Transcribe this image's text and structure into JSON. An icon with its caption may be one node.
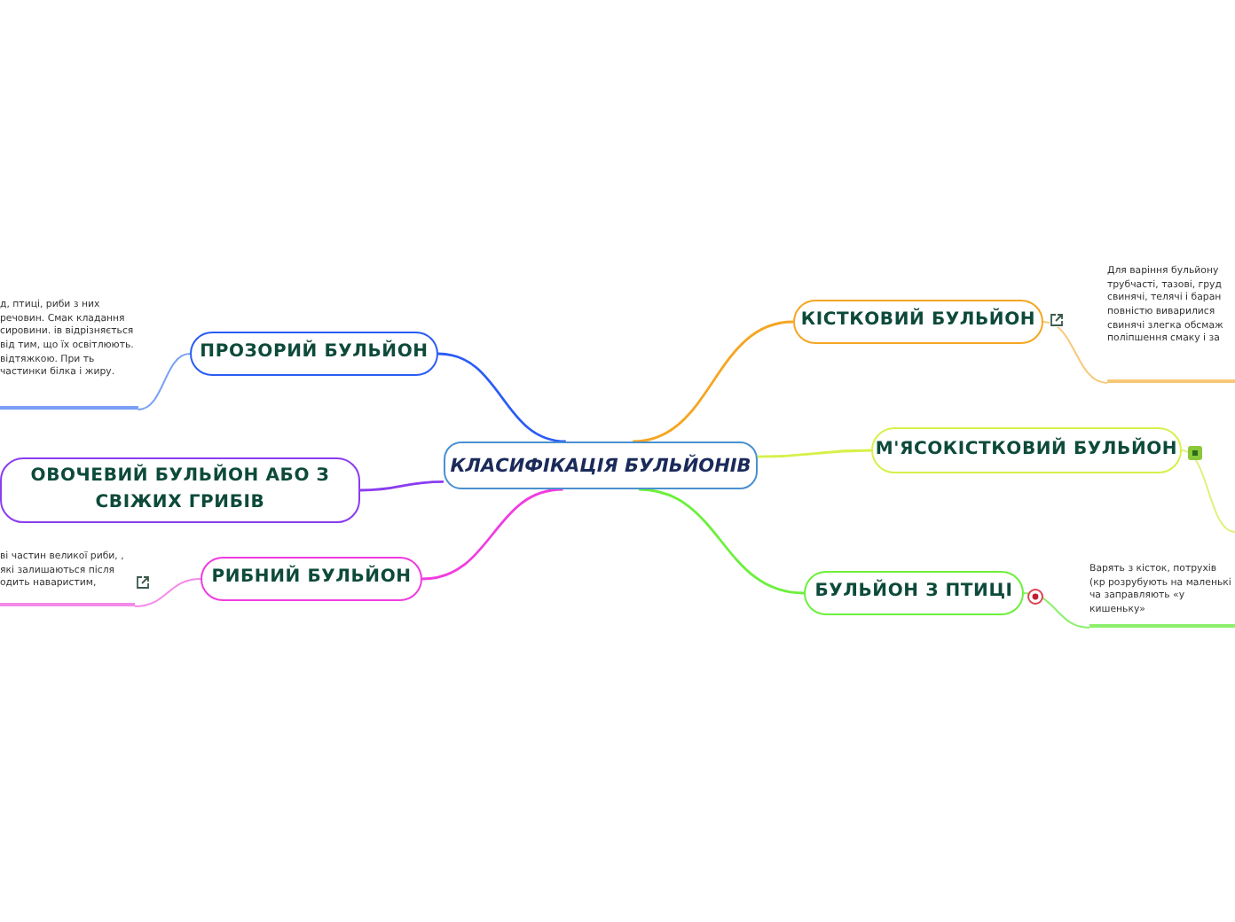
{
  "diagram": {
    "nodes": [
      {
        "text": [
          "КЛАСИФІКАЦІЯ БУЛЬЙОНІВ"
        ]
      },
      {
        "text": [
          "ПРОЗОРИЙ БУЛЬЙОН"
        ]
      },
      {
        "text": [
          "ОВОЧЕВИЙ БУЛЬЙОН АБО З СВІЖИХ ГРИБІВ"
        ]
      },
      {
        "text": [
          "РИБНИЙ БУЛЬЙОН"
        ]
      },
      {
        "text": [
          "КІСТКОВИЙ БУЛЬЙОН"
        ]
      },
      {
        "text": [
          "М'ЯСОКІСТКОВИЙ БУЛЬЙОН"
        ]
      },
      {
        "text": [
          "БУЛЬЙОН З ПТИЦІ"
        ]
      },
      {
        "text": [
          "д, птиці, риби з них речовин. Смак кладання сировини. ів відрізняється від тим, що їх освітлюють. відтяжкою. При ть частинки білка і жиру."
        ]
      },
      {
        "text": [
          "ві частин великої риби, , які залишаються після одить наваристим,"
        ]
      },
      {
        "text": [
          "Для варіння бульйону трубчасті, тазові, груд свинячі, телячі і баран повністю виварилися свинячі злегка обсмаж поліпшення смаку і за"
        ]
      },
      {
        "text": [
          "Варять з кісток, потрухів (кр розрубують на маленькі ча заправляють «у кишеньку»"
        ]
      }
    ],
    "edges": [
      {
        "from": 0,
        "to": 1,
        "arrow": "none",
        "color": "#2a5cf5"
      },
      {
        "from": 0,
        "to": 2,
        "arrow": "none",
        "color": "#8a3cf0"
      },
      {
        "from": 0,
        "to": 3,
        "arrow": "none",
        "color": "#f03ce0"
      },
      {
        "from": 0,
        "to": 4,
        "arrow": "none",
        "color": "#f5a623"
      },
      {
        "from": 0,
        "to": 5,
        "arrow": "none",
        "color": "#d8f04a"
      },
      {
        "from": 0,
        "to": 6,
        "arrow": "none",
        "color": "#6cf03c"
      },
      {
        "from": 1,
        "to": 7,
        "arrow": "none",
        "color": "#7aa0f5"
      },
      {
        "from": 3,
        "to": 8,
        "arrow": "none",
        "color": "#f58ae8"
      },
      {
        "from": 4,
        "to": 9,
        "arrow": "none",
        "color": "#f8c878"
      },
      {
        "from": 5,
        "to": null,
        "arrow": "none",
        "color": "#e0f07a"
      },
      {
        "from": 6,
        "to": 10,
        "arrow": "none",
        "color": "#8cf06c"
      }
    ]
  }
}
